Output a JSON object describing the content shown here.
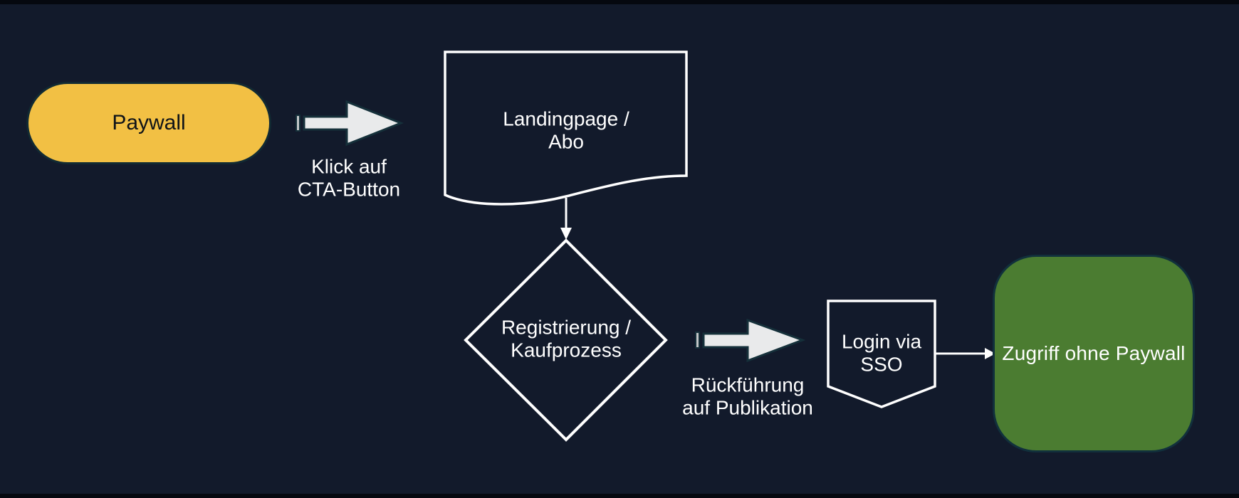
{
  "flowchart": {
    "nodes": {
      "paywall": {
        "label": "Paywall",
        "shape": "rounded-pill",
        "fill": "#f2c044",
        "text_color": "#0f1318"
      },
      "landingpage": {
        "label": "Landingpage /\nAbo",
        "shape": "document-outline"
      },
      "registration": {
        "label": "Registrierung /\nKaufprozess",
        "shape": "decision-diamond-outline"
      },
      "sso": {
        "label": "Login via\nSSO",
        "shape": "shield-banner-outline"
      },
      "access": {
        "label": "Zugriff ohne Paywall",
        "shape": "rounded-rectangle",
        "fill": "#4b7c31",
        "text_color": "#ffffff"
      }
    },
    "edges": {
      "paywall_to_landingpage": {
        "label": "Klick auf\nCTA-Button",
        "style": "block-arrow-right"
      },
      "landingpage_to_registration": {
        "style": "thin-arrow-down"
      },
      "registration_to_sso": {
        "label": "Rückführung\nauf Publikation",
        "style": "block-arrow-right"
      },
      "sso_to_access": {
        "style": "thin-arrow-right"
      }
    }
  },
  "colors": {
    "background": "#121a2b",
    "letterbox": "#05080f",
    "node_outline": "#ffffff",
    "arrow_fill": "#e9eaeb",
    "arrow_tick_fill": "#c2c6c8",
    "arrow_outline": "#15303a",
    "paywall_yellow": "#f2c044",
    "access_green": "#4b7c31",
    "label_text": "#ffffff"
  }
}
